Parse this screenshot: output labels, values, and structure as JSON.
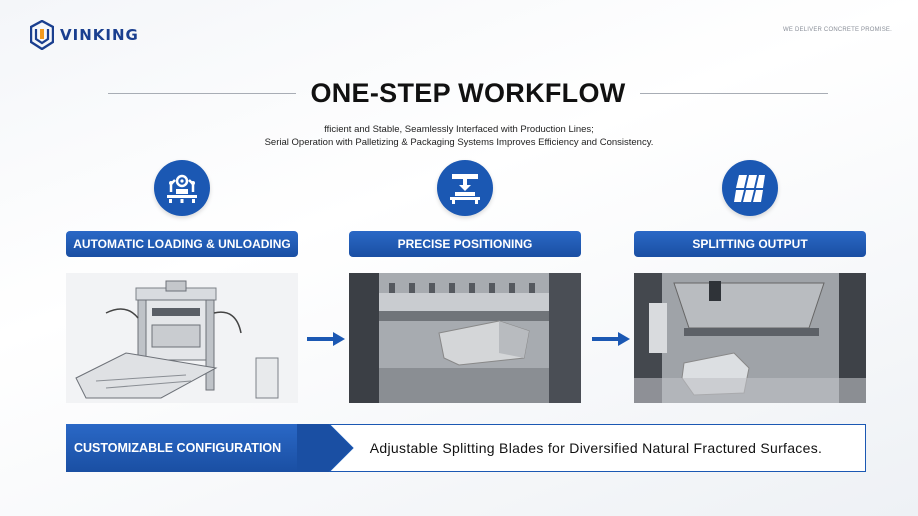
{
  "brand": {
    "name": "VINKING",
    "tagline": "WE DELIVER CONCRETE PROMISE."
  },
  "header": {
    "title": "ONE-STEP WORKFLOW",
    "subtitle_line1": "fficient and Stable, Seamlessly Interfaced with Production Lines;",
    "subtitle_line2": "Serial Operation with Palletizing & Packaging Systems Improves Efficiency and Consistency."
  },
  "steps": [
    {
      "label": "AUTOMATIC LOADING & UNLOADING",
      "icon": "robot-arms-icon"
    },
    {
      "label": "PRECISE POSITIONING",
      "icon": "positioning-press-icon"
    },
    {
      "label": "SPLITTING OUTPUT",
      "icon": "split-blocks-icon"
    }
  ],
  "config": {
    "label": "CUSTOMIZABLE CONFIGURATION",
    "description": "Adjustable Splitting Blades for Diversified Natural Fractured Surfaces."
  },
  "colors": {
    "accent": "#1b58b3",
    "accent_light": "#2a68c6",
    "logo_orange": "#f29a1f"
  }
}
